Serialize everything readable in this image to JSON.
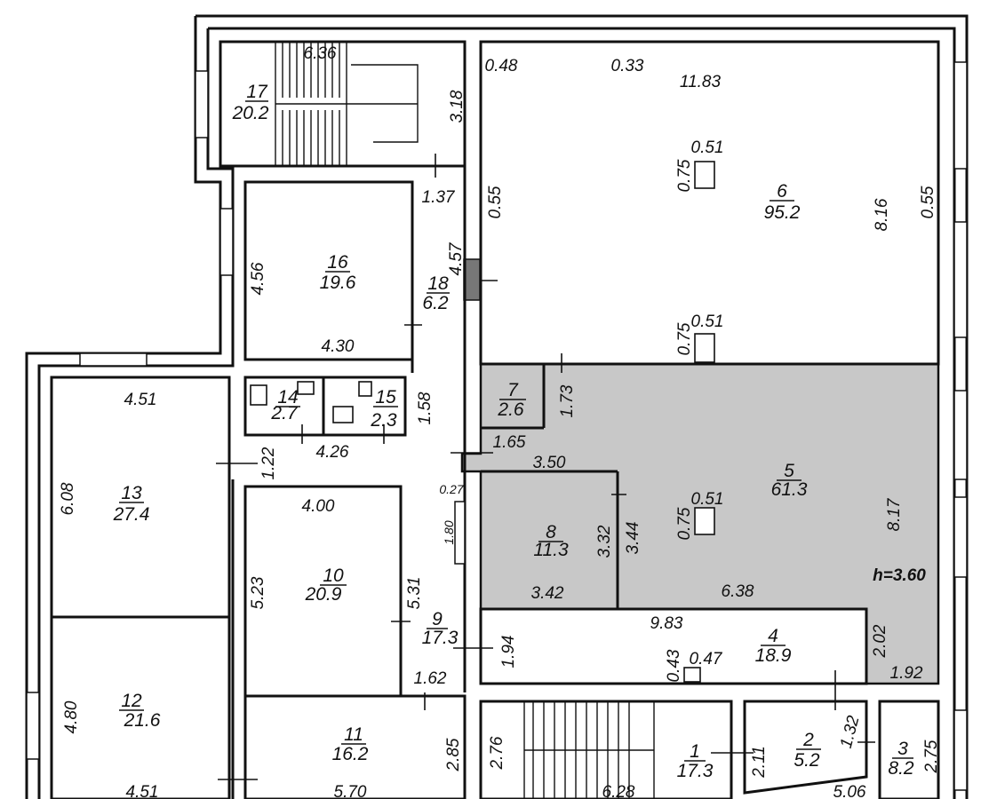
{
  "rooms": [
    {
      "id": "1",
      "area": "17.3"
    },
    {
      "id": "2",
      "area": "5.2"
    },
    {
      "id": "3",
      "area": "8.2"
    },
    {
      "id": "4",
      "area": "18.9"
    },
    {
      "id": "5",
      "area": "61.3"
    },
    {
      "id": "6",
      "area": "95.2"
    },
    {
      "id": "7",
      "area": "2.6"
    },
    {
      "id": "8",
      "area": "11.3"
    },
    {
      "id": "9",
      "area": "17.3"
    },
    {
      "id": "10",
      "area": "20.9"
    },
    {
      "id": "11",
      "area": "16.2"
    },
    {
      "id": "12",
      "area": "21.6"
    },
    {
      "id": "13",
      "area": "27.4"
    },
    {
      "id": "14",
      "area": "2.7"
    },
    {
      "id": "15",
      "area": "2.3"
    },
    {
      "id": "16",
      "area": "19.6"
    },
    {
      "id": "17",
      "area": "20.2"
    },
    {
      "id": "18",
      "area": "6.2"
    }
  ],
  "dims": [
    "6.36",
    "3.18",
    "0.48",
    "0.33",
    "11.83",
    "0.51",
    "0.75",
    "0.55",
    "8.16",
    "1.37",
    "4.57",
    "4.56",
    "4.30",
    "0.51",
    "0.75",
    "1.73",
    "1.58",
    "4.51",
    "4.26",
    "1.65",
    "1.22",
    "3.50",
    "0.27",
    "6.08",
    "4.00",
    "0.51",
    "0.75",
    "3.32",
    "3.44",
    "8.17",
    "1.80",
    "5.23",
    "5.31",
    "3.42",
    "6.38",
    "9.83",
    "2.02",
    "1.94",
    "0.43",
    "0.47",
    "1.92",
    "4.80",
    "1.62",
    "2.76",
    "2.85",
    "2.11",
    "1.32",
    "2.75",
    "4.51",
    "5.70",
    "6.28",
    "5.06",
    "0.55"
  ],
  "ceiling_height": "h=3.60",
  "colors": {
    "shaded_zone": "#c8c8c8",
    "lines": "#111111"
  }
}
